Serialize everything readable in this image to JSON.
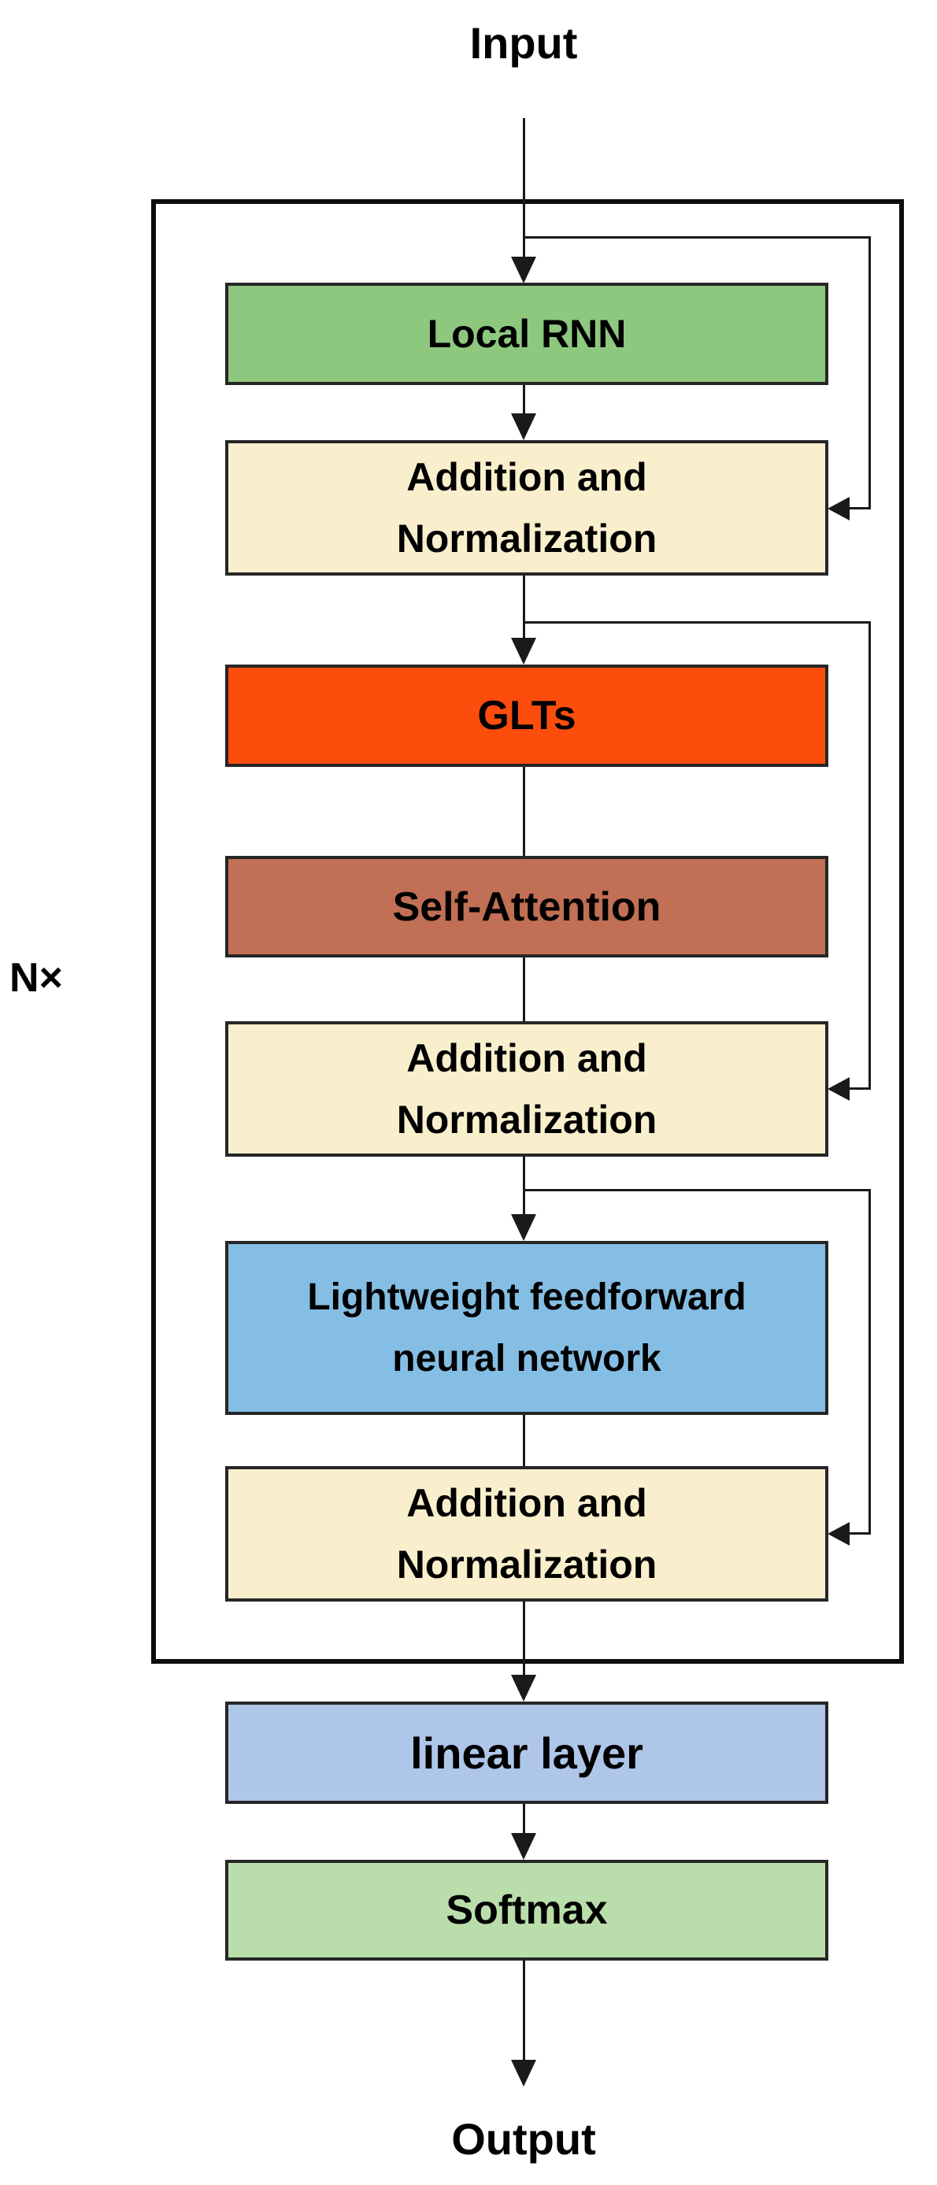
{
  "diagram": {
    "input_label": "Input",
    "output_label": "Output",
    "repeat_label": "N×"
  },
  "colors": {
    "local_rnn_fill": "#8dc87e",
    "add_norm_fill": "#faefcd",
    "glts_fill": "#fd4d0c",
    "self_attention_fill": "#c16f55",
    "feedforward_fill": "#85bee4",
    "linear_fill": "#aec6e8",
    "softmax_fill": "#badeab",
    "connector_color": "#1a1a1a",
    "block_border_color": "#262626",
    "outer_box_border_color": "#0d0d0d"
  },
  "blocks": {
    "local_rnn": {
      "label": "Local RNN"
    },
    "add_norm_1": {
      "lines": [
        "Addition and",
        "Normalization"
      ]
    },
    "glts": {
      "label": "GLTs"
    },
    "self_attention": {
      "label": "Self-Attention"
    },
    "add_norm_2": {
      "lines": [
        "Addition and",
        "Normalization"
      ]
    },
    "feedforward": {
      "lines": [
        "Lightweight feedforward",
        "neural network"
      ]
    },
    "add_norm_3": {
      "lines": [
        "Addition and",
        "Normalization"
      ]
    },
    "linear": {
      "label": "linear layer"
    },
    "softmax": {
      "label": "Softmax"
    }
  }
}
